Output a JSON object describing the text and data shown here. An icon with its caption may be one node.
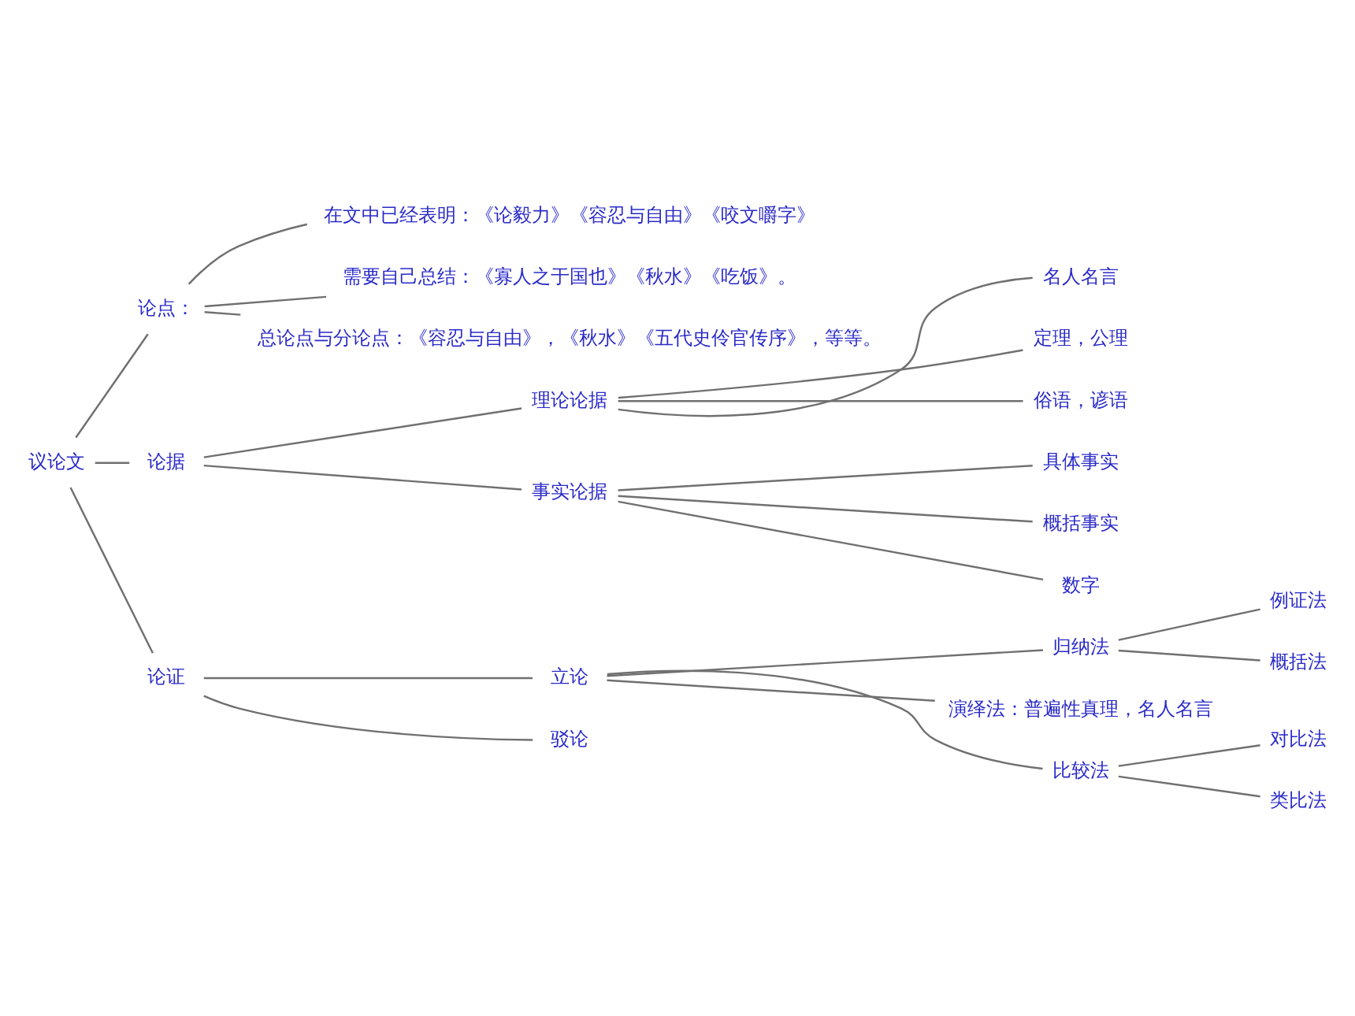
{
  "diagram": {
    "nodes": [
      {
        "text": [
          "议论文"
        ]
      },
      {
        "text": [
          "论点："
        ]
      },
      {
        "text": [
          "在文中已经表明：《论毅力》《容忍与自由》《咬文嚼字》"
        ]
      },
      {
        "text": [
          "需要自己总结：《寡人之于国也》《秋水》《吃饭》。"
        ]
      },
      {
        "text": [
          "总论点与分论点：《容忍与自由》，《秋水》《五代史伶官传序》，等等。"
        ]
      },
      {
        "text": [
          "论据"
        ]
      },
      {
        "text": [
          "理论论据"
        ]
      },
      {
        "text": [
          "名人名言"
        ]
      },
      {
        "text": [
          "定理，公理"
        ]
      },
      {
        "text": [
          "俗语，谚语"
        ]
      },
      {
        "text": [
          "事实论据"
        ]
      },
      {
        "text": [
          "具体事实"
        ]
      },
      {
        "text": [
          "概括事实"
        ]
      },
      {
        "text": [
          "数字"
        ]
      },
      {
        "text": [
          "论证"
        ]
      },
      {
        "text": [
          "立论"
        ]
      },
      {
        "text": [
          "驳论"
        ]
      },
      {
        "text": [
          "归纳法"
        ]
      },
      {
        "text": [
          "演绎法：普遍性真理，名人名言"
        ]
      },
      {
        "text": [
          "比较法"
        ]
      },
      {
        "text": [
          "例证法"
        ]
      },
      {
        "text": [
          "概括法"
        ]
      },
      {
        "text": [
          "对比法"
        ]
      },
      {
        "text": [
          "类比法"
        ]
      }
    ],
    "edges": [
      {
        "from": 0,
        "to": 1,
        "arrow": "none"
      },
      {
        "from": 0,
        "to": 5,
        "arrow": "none"
      },
      {
        "from": 0,
        "to": 14,
        "arrow": "none"
      },
      {
        "from": 1,
        "to": 2,
        "arrow": "none"
      },
      {
        "from": 1,
        "to": 3,
        "arrow": "none"
      },
      {
        "from": 1,
        "to": 4,
        "arrow": "none"
      },
      {
        "from": 5,
        "to": 6,
        "arrow": "none"
      },
      {
        "from": 5,
        "to": 10,
        "arrow": "none"
      },
      {
        "from": 6,
        "to": 7,
        "arrow": "none"
      },
      {
        "from": 6,
        "to": 8,
        "arrow": "none"
      },
      {
        "from": 6,
        "to": 9,
        "arrow": "none"
      },
      {
        "from": 10,
        "to": 11,
        "arrow": "none"
      },
      {
        "from": 10,
        "to": 12,
        "arrow": "none"
      },
      {
        "from": 10,
        "to": 13,
        "arrow": "none"
      },
      {
        "from": 14,
        "to": 15,
        "arrow": "none"
      },
      {
        "from": 14,
        "to": 16,
        "arrow": "none"
      },
      {
        "from": 15,
        "to": 17,
        "arrow": "none"
      },
      {
        "from": 15,
        "to": 18,
        "arrow": "none"
      },
      {
        "from": 15,
        "to": 19,
        "arrow": "none"
      },
      {
        "from": 17,
        "to": 20,
        "arrow": "none"
      },
      {
        "from": 17,
        "to": 21,
        "arrow": "none"
      },
      {
        "from": 19,
        "to": 22,
        "arrow": "none"
      },
      {
        "from": 19,
        "to": 23,
        "arrow": "none"
      }
    ]
  }
}
